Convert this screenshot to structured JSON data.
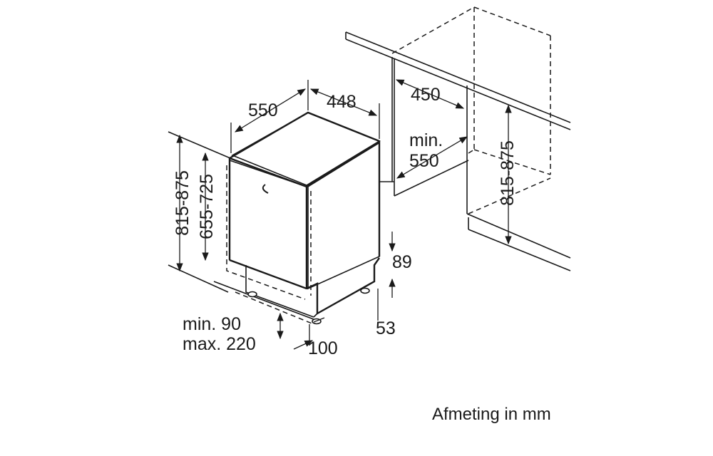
{
  "diagram": {
    "dimensions": {
      "depth": "550",
      "width": "448",
      "cabinet_width": "450",
      "cabinet_depth_min": "min.",
      "cabinet_depth_value": "550",
      "niche_height_left": "815-875",
      "appliance_height": "655-725",
      "niche_height_right": "815-875",
      "plinth_upper": "89",
      "plinth_lower": "53",
      "plinth_min": "min. 90",
      "plinth_max": "max. 220",
      "foot_offset": "100"
    },
    "footnote": "Afmeting in mm"
  }
}
